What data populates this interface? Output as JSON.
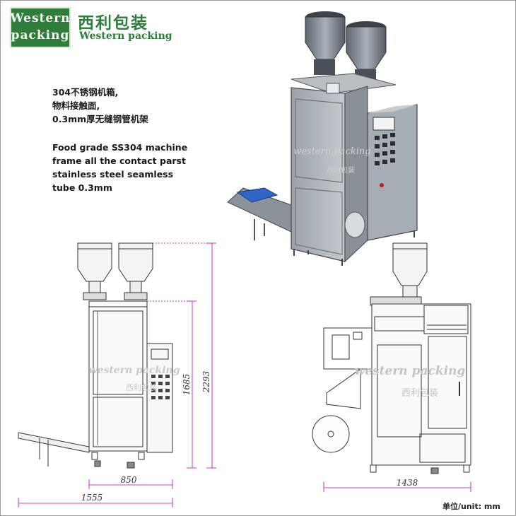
{
  "logo": {
    "line1": "Western",
    "line2": "packing",
    "cn_name": "西利包装",
    "en_name": "Western packing",
    "brand_color": "#2f7d3a"
  },
  "description_cn": [
    "304不锈钢机箱,",
    "物料接触面,",
    "0.3mm厚无缝钢管机架"
  ],
  "description_en": [
    "Food grade SS304 machine",
    "frame all the contact parst",
    "stainless steel seamless",
    "tube 0.3mm"
  ],
  "dimensions": {
    "height_total": "2293",
    "height_frame": "1685",
    "width_front": "850",
    "width_overall": "1555",
    "width_side": "1438"
  },
  "watermark": {
    "en": "western packing",
    "cn": "西利包装"
  },
  "unit_label": "单位/unit: mm",
  "dimension_color": "#c000c0"
}
